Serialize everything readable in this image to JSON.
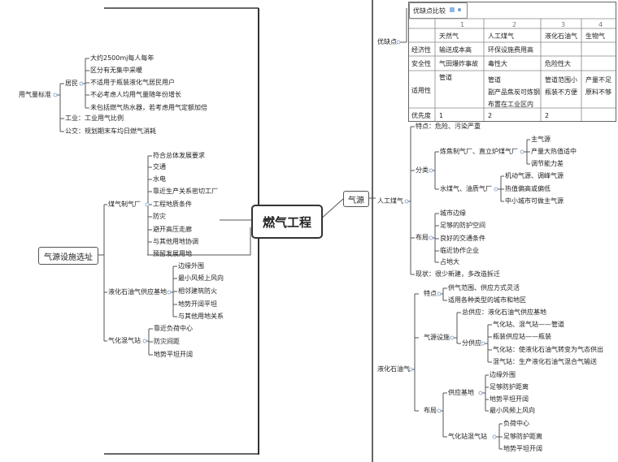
{
  "center": "燃气工程",
  "left": {
    "main": "气源设施选址",
    "usage": {
      "label": "用气量标准",
      "resident": {
        "label": "居民",
        "items": [
          "大约2500mj每人每年",
          "区分有无集中采暖",
          "不适用于瓶装液化气居民用户",
          "不必考虑人均用气量随年份增长",
          "未包括燃气热水器，若考虑用气定额加倍"
        ]
      },
      "industry": "工业：工业用气比例",
      "transit": "公交：规划期末车均日燃气消耗"
    },
    "gas_plant": {
      "label": "煤气制气厂",
      "items": [
        "符合总体发展要求",
        "交通",
        "水电",
        "靠近生产关系密切工厂",
        "工程地质条件",
        "防灾",
        "避开高压走廊",
        "与其他用地协调",
        "预留发展用地"
      ]
    },
    "lpg_base": {
      "label": "液化石油气供应基地",
      "items": [
        "边缘外围",
        "最小风频上风向",
        "相邻建筑防火",
        "地势开阔平坦",
        "与其他用地关系"
      ]
    },
    "mix_station": {
      "label": "气化混气站",
      "items": [
        "靠近负荷中心",
        "防灾间距",
        "地势平坦开阔"
      ]
    }
  },
  "right": {
    "main": "气源",
    "pros_cons": {
      "label": "优缺点",
      "table_title": "优缺点比较",
      "col_numbers": [
        "1",
        "2",
        "3",
        "4"
      ],
      "headers": [
        "",
        "天然气",
        "人工煤气",
        "液化石油气",
        "生物气"
      ],
      "rows": [
        [
          "经济性",
          "输送成本高",
          "环保设施费用高",
          "",
          ""
        ],
        [
          "安全性",
          "气田爆炸事故",
          "毒性大",
          "危险性大",
          ""
        ],
        [
          "适用性",
          "管道",
          "管道\n副产品焦炭可炼钢\n布置在工业区内",
          "管道范围小\n瓶装不方便",
          "产量不足\n原料不够"
        ],
        [
          "优先度",
          "1",
          "2",
          "2",
          ""
        ]
      ]
    },
    "artificial": {
      "label": "人工煤气",
      "feature": "特点：危险、污染严重",
      "classification": {
        "label": "分类",
        "coke": {
          "label": "炼焦制气厂、直立炉煤气厂",
          "items": [
            "主气源",
            "产量大热值适中",
            "调节能力差"
          ]
        },
        "water": {
          "label": "水煤气、油质气厂",
          "items": [
            "机动气源、调峰气源",
            "热值偏高或偏低",
            "中小城市可做主气源"
          ]
        }
      },
      "layout": {
        "label": "布局",
        "items": [
          "城市边缘",
          "足够的防护空间",
          "良好的交通条件",
          "临近协作企业",
          "占地大"
        ]
      },
      "status": "现状：很少新建，多改造拆迁"
    },
    "lpg": {
      "label": "液化石油气",
      "feature": {
        "label": "特点",
        "items": [
          "供气范围、供应方式灵活",
          "适用各种类型的城市和地区"
        ]
      },
      "facility": {
        "label": "气源设施",
        "total": "总供应：液化石油气供应基地",
        "distribution": {
          "label": "分供应",
          "items": [
            "气化站、混气站——管道",
            "瓶装供应站——瓶装",
            "气化站：使液化石油气转变为气态供出",
            "混气站：生产液化石油气混合气输送"
          ]
        }
      },
      "layout": {
        "label": "布局",
        "base": {
          "label": "供应基地",
          "items": [
            "边缘外围",
            "足够防护距离",
            "地势平坦开阔",
            "最小风频上风向"
          ]
        },
        "station": {
          "label": "气化站混气站",
          "items": [
            "负荷中心",
            "足够防护距离",
            "地势平坦开阔"
          ]
        }
      }
    }
  }
}
